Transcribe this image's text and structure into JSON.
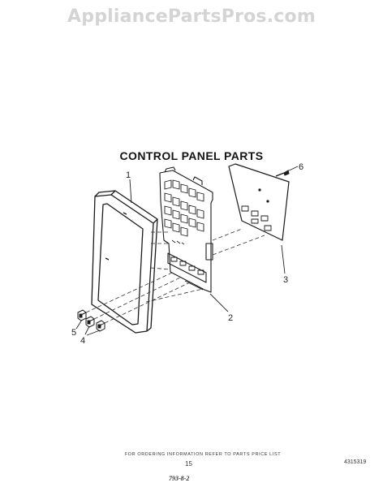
{
  "watermark": "AppliancePartsPros.com",
  "title": "CONTROL PANEL PARTS",
  "callouts": [
    "1",
    "2",
    "3",
    "4",
    "5",
    "6"
  ],
  "footer": {
    "ordering_note": "FOR ORDERING INFORMATION REFER TO PARTS PRICE LIST",
    "page_number": "15",
    "part_number": "4315319",
    "ref_code": "793-8-2"
  }
}
